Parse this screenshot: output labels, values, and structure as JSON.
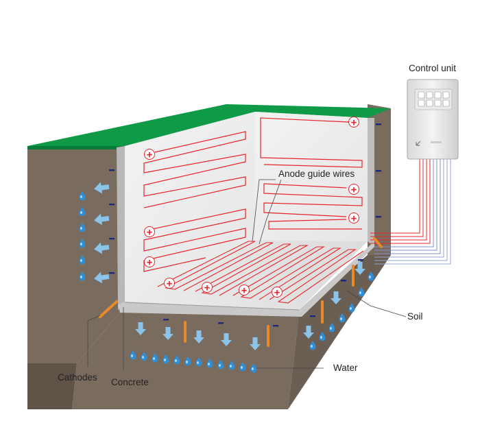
{
  "labels": {
    "control_unit": "Control unit",
    "anode_guide_wires": "Anode guide wires",
    "soil": "Soil",
    "water": "Water",
    "cathodes": "Cathodes",
    "concrete": "Concrete"
  },
  "symbols": {
    "positive": "+",
    "negative": "−"
  },
  "colors": {
    "soil": "#7a6b5f",
    "soil_dark": "#5f5247",
    "grass": "#0f9a48",
    "anode_wire": "#e8242b",
    "water_arrow": "#8cc3e8",
    "water_drop": "#2f8fd6",
    "cathode": "#e8892a",
    "concrete": "#c9c9c9"
  }
}
